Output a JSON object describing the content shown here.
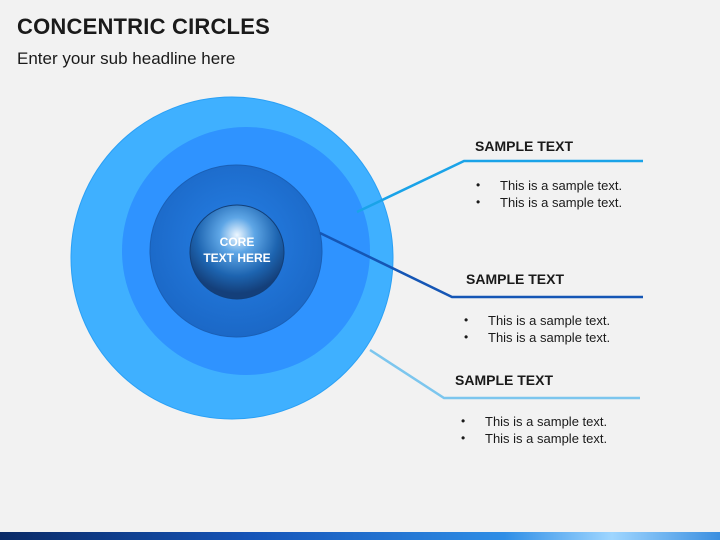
{
  "header": {
    "title": "CONCENTRIC CIRCLES",
    "subtitle": "Enter your sub headline here"
  },
  "diagram": {
    "core": {
      "line1": "CORE",
      "line2": "TEXT HERE"
    },
    "rings": [
      {
        "name": "outer-ring",
        "color": "#3fb0ff"
      },
      {
        "name": "middle-ring",
        "color": "#2f93ff"
      },
      {
        "name": "inner-ring",
        "color": "#1f74d6"
      },
      {
        "name": "core",
        "color": "#1b5fa8"
      }
    ],
    "callouts": [
      {
        "heading": "SAMPLE TEXT",
        "line_color": "#1aa3e8",
        "bullets": [
          "This is a sample text.",
          "This is a sample text."
        ]
      },
      {
        "heading": "SAMPLE TEXT",
        "line_color": "#1556b5",
        "bullets": [
          "This is a sample text.",
          "This is a sample text."
        ]
      },
      {
        "heading": "SAMPLE TEXT",
        "line_color": "#7cc6ee",
        "bullets": [
          "This is a sample text.",
          "This is a sample text."
        ]
      }
    ]
  }
}
